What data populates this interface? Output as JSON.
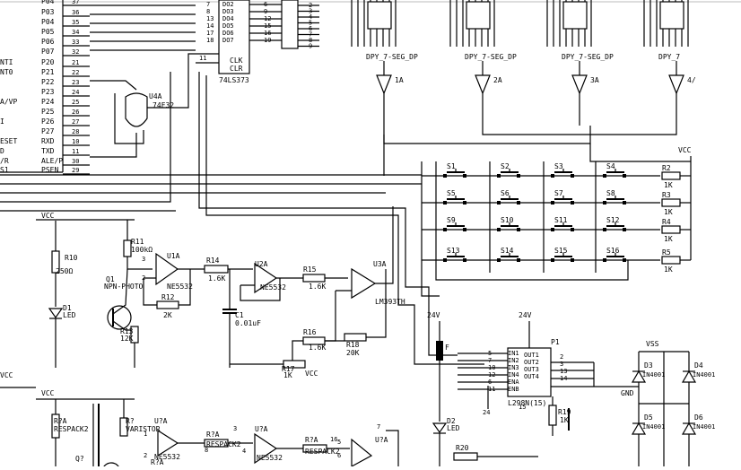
{
  "mcu": {
    "port_labels": [
      "P04",
      "P03",
      "P04",
      "P05",
      "P06",
      "P07",
      "P20",
      "P21",
      "P22",
      "P23",
      "P24",
      "P25",
      "P26",
      "P27",
      "RXD",
      "TXD",
      "ALE/P",
      "PSEN"
    ],
    "left_fragments": [
      "NTI",
      "NT0",
      "A/VP",
      "ESET",
      "D",
      "/R",
      "I",
      "S1"
    ],
    "pin_numbers": [
      "37",
      "36",
      "35",
      "34",
      "33",
      "32",
      "21",
      "22",
      "23",
      "24",
      "25",
      "26",
      "27",
      "28",
      "10",
      "11",
      "30",
      "29"
    ]
  },
  "latch": {
    "name": "74LS373",
    "pins_in": [
      "7",
      "8",
      "13",
      "14",
      "17",
      "18"
    ],
    "outputs": [
      "DO2",
      "DO3",
      "DO4",
      "DO5",
      "DO6",
      "DO7"
    ],
    "pins_out": [
      "6",
      "9",
      "12",
      "15",
      "16",
      "19"
    ],
    "clk_pin": "11",
    "clk": "CLK",
    "clr": "CLR"
  },
  "gate": {
    "name": "U4A",
    "type": "74F32"
  },
  "resistor_pack": {
    "values": [
      "2",
      "3",
      "4",
      "5",
      "6",
      "7",
      "8",
      "9"
    ]
  },
  "displays": [
    {
      "label": "DPY_7-SEG_DP",
      "driver": "1A"
    },
    {
      "label": "DPY_7-SEG_DP",
      "driver": "2A"
    },
    {
      "label": "DPY_7-SEG_DP",
      "driver": "3A"
    },
    {
      "label": "DPY_7",
      "driver": "4/"
    }
  ],
  "keypad": {
    "rows": [
      [
        "S1",
        "S2",
        "S3",
        "S4"
      ],
      [
        "S5",
        "S6",
        "S7",
        "S8"
      ],
      [
        "S9",
        "S10",
        "S11",
        "S12"
      ],
      [
        "S13",
        "S14",
        "S15",
        "S16"
      ]
    ],
    "pullups": [
      {
        "name": "R2",
        "value": "1K"
      },
      {
        "name": "R3",
        "value": "1K"
      },
      {
        "name": "R4",
        "value": "1K"
      },
      {
        "name": "R5",
        "value": "1K"
      }
    ],
    "vcc": "VCC"
  },
  "sensor": {
    "vcc": "VCC",
    "r10": {
      "name": "R10",
      "value": "250Ω"
    },
    "d1": {
      "name": "D1",
      "type": "LED"
    },
    "r11": {
      "name": "R11",
      "value": "100kΩ"
    },
    "q1": {
      "name": "Q1",
      "type": "NPN-PHOTO"
    },
    "op1": {
      "name": "U1A",
      "type": "NE5532"
    },
    "r12": {
      "name": "R12",
      "value": "2K"
    },
    "r13": {
      "name": "R13",
      "value": "12K"
    },
    "r14": {
      "name": "R14",
      "value": "1.6K"
    },
    "c1": {
      "name": "C1",
      "value": "0.01uF"
    },
    "op2": {
      "name": "U2A",
      "type": "NE5532"
    },
    "r15": {
      "name": "R15",
      "value": "1.6K"
    },
    "r16": {
      "name": "R16",
      "value": "1.6K"
    },
    "r17": {
      "name": "R17",
      "value": "1K"
    },
    "r17_vcc": "VCC",
    "r18": {
      "name": "R18",
      "value": "20K"
    },
    "comp": {
      "name": "U3A",
      "type": "LM393TH"
    }
  },
  "driver": {
    "v24a": "24V",
    "v24b": "24V",
    "f": "F",
    "d2": {
      "name": "D2",
      "type": "LED"
    },
    "r20": "R20",
    "ic": "L298N(15)",
    "ref": "P1",
    "inputs": [
      "IN1",
      "IN2",
      "IN3",
      "IN4",
      "ENA",
      "ENB"
    ],
    "outputs": [
      "OUT1",
      "OUT2",
      "OUT3",
      "OUT4"
    ],
    "left_pins": [
      "5",
      "7",
      "10",
      "12",
      "6",
      "11"
    ],
    "right_pins": [
      "2",
      "3",
      "13",
      "14"
    ],
    "bottom_pins": [
      "24",
      "15"
    ],
    "r19": {
      "name": "R19",
      "value": "1K"
    },
    "gnd_label": "GND"
  },
  "bridge": {
    "vss": "VSS",
    "diodes": [
      {
        "name": "D3",
        "type": "IN4001"
      },
      {
        "name": "D4",
        "type": "IN4001"
      },
      {
        "name": "D5",
        "type": "IN4001"
      },
      {
        "name": "D6",
        "type": "IN4001"
      }
    ]
  },
  "lower": {
    "vcc": "VCC",
    "vcc_left": "VCC",
    "r7a": {
      "name": "R?A",
      "value": "RESPACK2"
    },
    "r7": {
      "name": "R?",
      "value": "VARISTOR"
    },
    "op1": {
      "name": "U?A",
      "type": "NE5532"
    },
    "r7b": {
      "name": "R?A",
      "value": "RESPACK2"
    },
    "op2": {
      "name": "U?A",
      "type": "NE5532"
    },
    "r7c": {
      "name": "R?A",
      "value": "RESPACK2"
    },
    "q": "Q?",
    "r7d": "R?A",
    "op3": "U?A",
    "pins": [
      "1",
      "2",
      "3",
      "4",
      "5",
      "6",
      "7",
      "8",
      "16"
    ]
  }
}
